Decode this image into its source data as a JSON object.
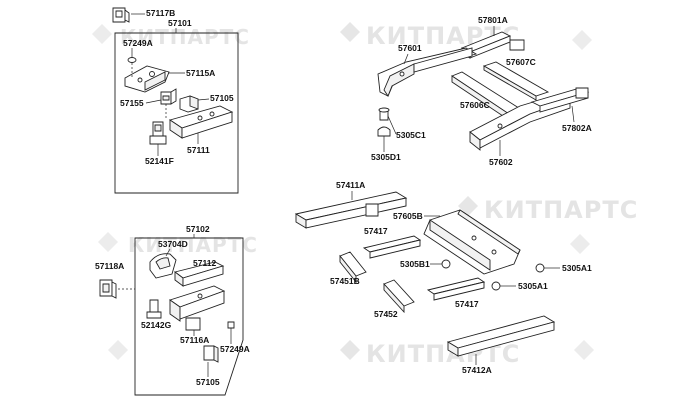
{
  "watermark": {
    "brand": "КИТПАРТС",
    "small_text": "КИТПАРТС"
  },
  "groups": {
    "box_top_label": "57101",
    "box_bottom_label": "57102"
  },
  "labels": {
    "p57117B": "57117B",
    "p57249A_top": "57249A",
    "p57115A": "57115A",
    "p57155": "57155",
    "p57105_top": "57105",
    "p52141F": "52141F",
    "p57111": "57111",
    "p53704D": "53704D",
    "p57118A": "57118A",
    "p57112": "57112",
    "p52142G": "52142G",
    "p57116A": "57116A",
    "p57249A_bot": "57249A",
    "p57105_bot": "57105",
    "p57801A": "57801A",
    "p57601": "57601",
    "p57607C": "57607C",
    "p57606C": "57606C",
    "p5305C1": "5305C1",
    "p5305D1": "5305D1",
    "p57602": "57602",
    "p57802A": "57802A",
    "p57411A": "57411A",
    "p57605B": "57605B",
    "p57417_top": "57417",
    "p5305B1": "5305B1",
    "p5305A1_right": "5305A1",
    "p57451B": "57451B",
    "p5305A1_mid": "5305A1",
    "p57417_bot": "57417",
    "p57452": "57452",
    "p57412A": "57412A"
  }
}
